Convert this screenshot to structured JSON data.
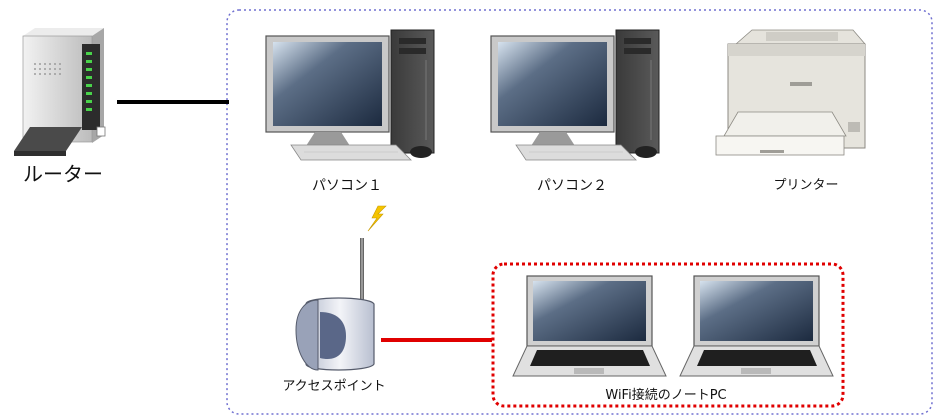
{
  "labels": {
    "router": "ルーター",
    "pc1": "パソコン１",
    "pc2": "パソコン２",
    "printer": "プリンター",
    "access_point": "アクセスポイント",
    "wifi_group": "WiFi接続のノートPC"
  },
  "colors": {
    "lan_boundary": "#7070d0",
    "wifi_group_border": "#e00000",
    "wired_link": "#000000",
    "wireless_link": "#e00000",
    "signal": "#f5c400"
  },
  "icons": {
    "router": "router-icon",
    "desktop_pc": "desktop-pc-icon",
    "printer": "printer-icon",
    "access_point": "access-point-icon",
    "laptop": "laptop-icon",
    "wireless_signal": "lightning-icon"
  }
}
